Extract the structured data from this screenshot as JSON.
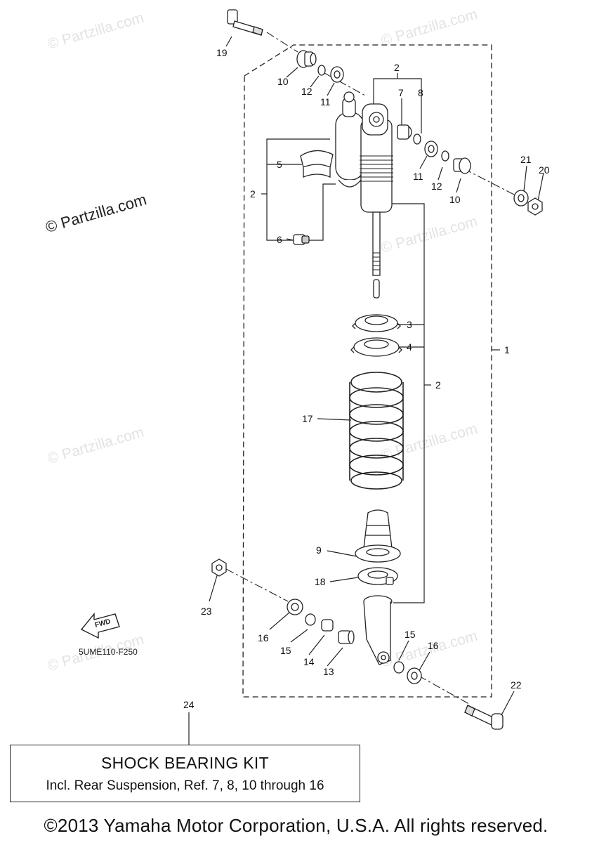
{
  "watermark": "© Partzilla.com",
  "brand_stamp": "© Partzilla.com",
  "diagram_code": "5UME110-F250",
  "fwd_label": "FWD",
  "callouts": {
    "c19": "19",
    "c10a": "10",
    "c12a": "12",
    "c11a": "11",
    "c2a": "2",
    "c7": "7",
    "c8": "8",
    "c5": "5",
    "c2b": "2",
    "c6": "6",
    "c11b": "11",
    "c12b": "12",
    "c10b": "10",
    "c21": "21",
    "c20": "20",
    "c3": "3",
    "c4": "4",
    "c1": "1",
    "c2c": "2",
    "c17": "17",
    "c9": "9",
    "c18": "18",
    "c23": "23",
    "c16a": "16",
    "c15a": "15",
    "c14": "14",
    "c13": "13",
    "c15b": "15",
    "c16b": "16",
    "c22": "22",
    "c24": "24"
  },
  "kit": {
    "title": "SHOCK BEARING KIT",
    "note": "Incl. Rear Suspension, Ref. 7, 8, 10 through 16"
  },
  "copyright": "©2013 Yamaha Motor Corporation, U.S.A. All rights reserved."
}
